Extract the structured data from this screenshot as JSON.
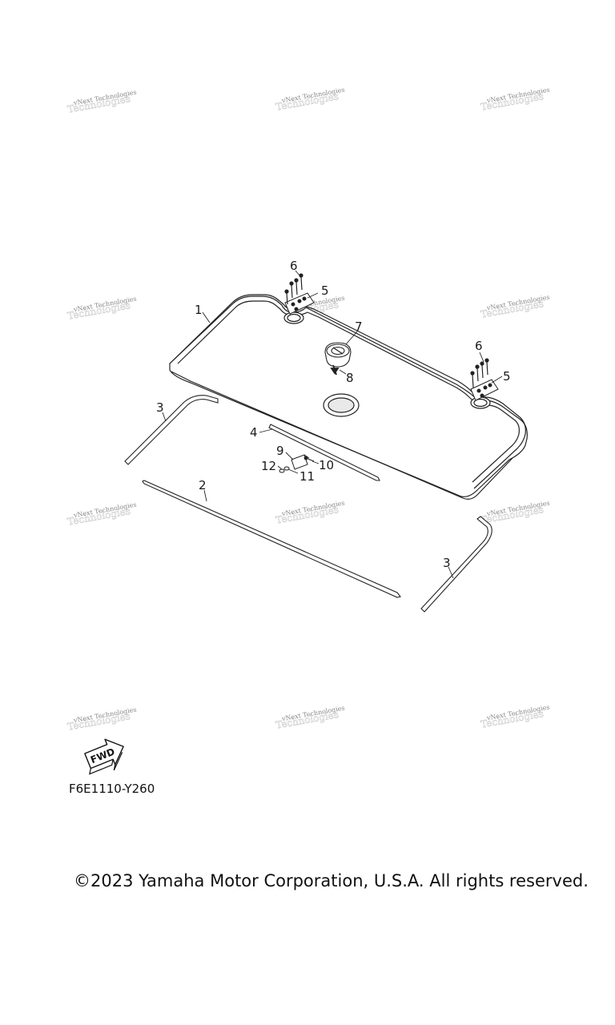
{
  "watermark": {
    "text": "vNext Technologies"
  },
  "callouts": [
    "1",
    "2",
    "3",
    "4",
    "5",
    "6",
    "7",
    "8",
    "9",
    "10",
    "11",
    "12"
  ],
  "fwd_label": "FWD",
  "figure_code": "F6E1110-Y260",
  "copyright": "©2023 Yamaha Motor Corporation, U.S.A. All rights reserved."
}
